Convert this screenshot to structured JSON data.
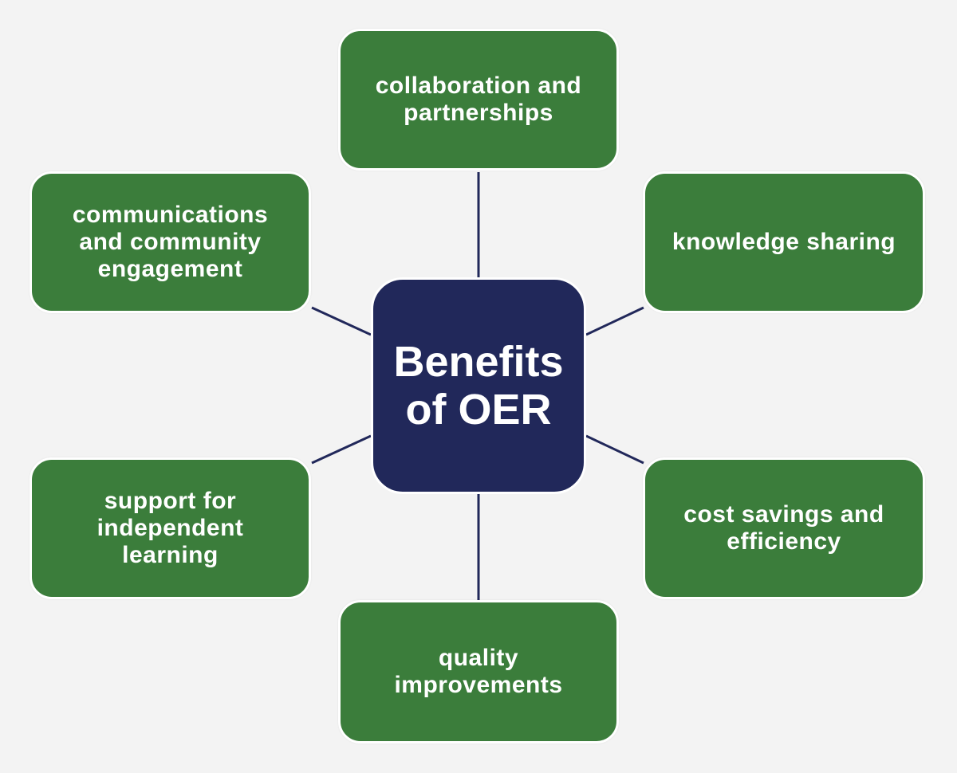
{
  "diagram": {
    "center": {
      "label": "Benefits of OER"
    },
    "benefits": [
      {
        "id": "collaboration",
        "label": "collaboration and partnerships"
      },
      {
        "id": "knowledge",
        "label": "knowledge sharing"
      },
      {
        "id": "cost",
        "label": "cost savings and efficiency"
      },
      {
        "id": "quality",
        "label": "quality improvements"
      },
      {
        "id": "independent",
        "label": "support for independent learning"
      },
      {
        "id": "communications",
        "label": "communications and community engagement"
      }
    ]
  },
  "colors": {
    "background": "#f3f3f3",
    "center_fill": "#21285a",
    "node_fill": "#3b7d3b",
    "connector": "#21285a",
    "text": "#ffffff"
  }
}
